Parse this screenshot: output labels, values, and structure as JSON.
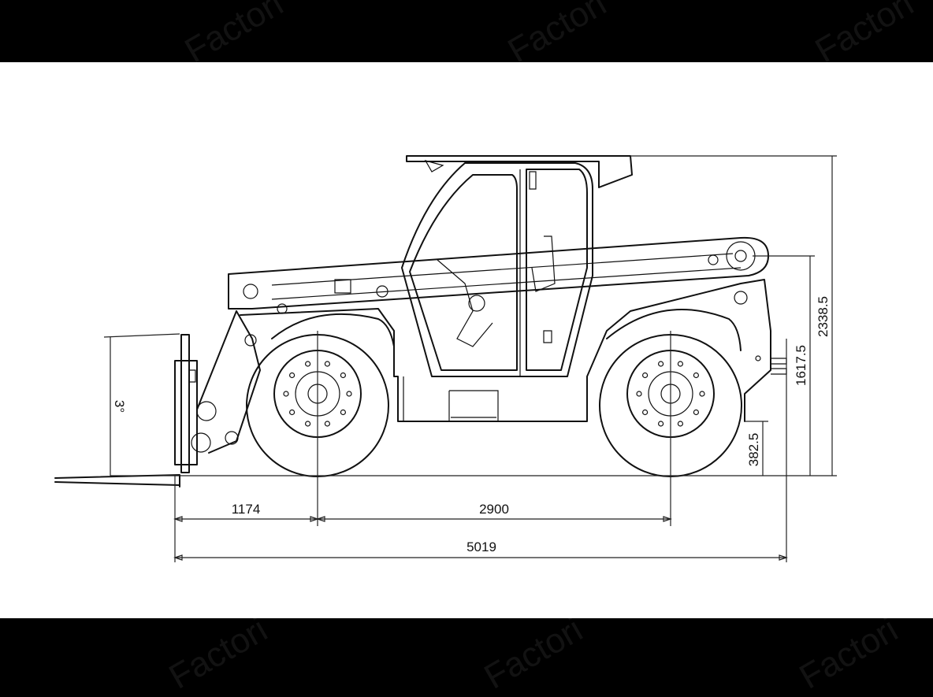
{
  "watermark": "Factori",
  "dimensions": {
    "front_overhang": "1174",
    "wheelbase": "2900",
    "overall_length": "5019",
    "ground_clearance": "382.5",
    "boom_pivot_height": "1617.5",
    "overall_height": "2338.5",
    "fork_mark": "3°"
  }
}
